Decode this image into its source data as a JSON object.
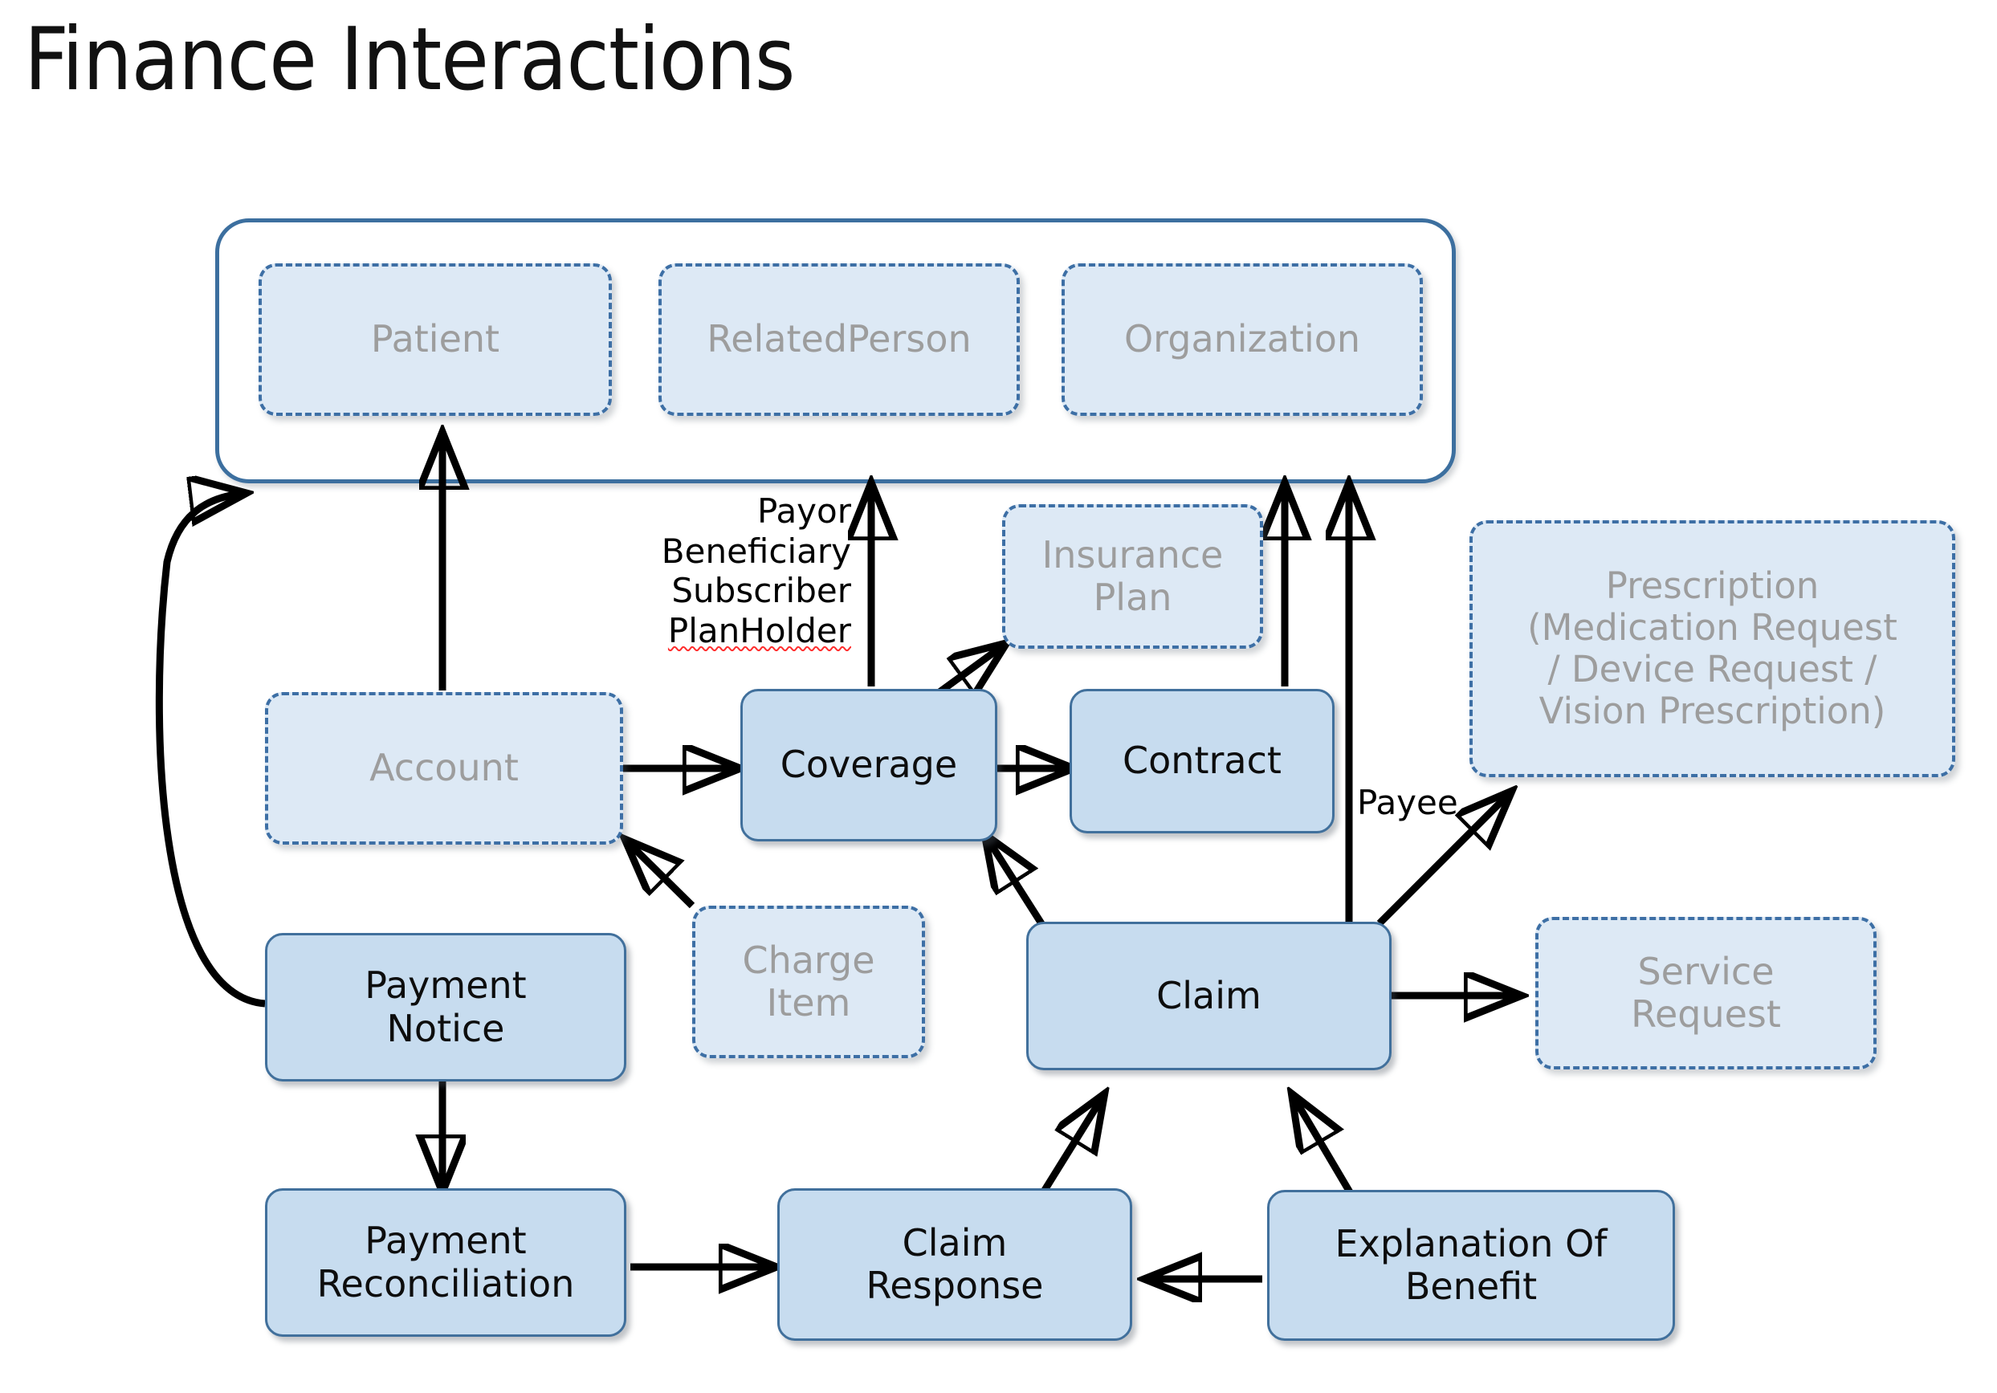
{
  "title": "Finance Interactions",
  "diagram": {
    "type": "node-link-diagram",
    "group": {
      "name": "actor-group",
      "members": [
        "Patient",
        "RelatedPerson",
        "Organization"
      ]
    },
    "nodes": [
      {
        "id": "patient",
        "label": "Patient",
        "style": "ghost"
      },
      {
        "id": "relatedperson",
        "label": "RelatedPerson",
        "style": "ghost"
      },
      {
        "id": "organization",
        "label": "Organization",
        "style": "ghost"
      },
      {
        "id": "insuranceplan",
        "label": "Insurance\nPlan",
        "line1": "Insurance",
        "line2": "Plan",
        "style": "ghost"
      },
      {
        "id": "prescription",
        "label": "Prescription (Medication Request / Device Request / Vision Prescription)",
        "line1": "Prescription",
        "line2": "(Medication Request",
        "line3": "/ Device Request /",
        "line4": "Vision Prescription)",
        "style": "ghost"
      },
      {
        "id": "account",
        "label": "Account",
        "style": "ghost"
      },
      {
        "id": "coverage",
        "label": "Coverage",
        "style": "solid"
      },
      {
        "id": "contract",
        "label": "Contract",
        "style": "solid"
      },
      {
        "id": "chargeitem",
        "label": "Charge Item",
        "line1": "Charge",
        "line2": "Item",
        "style": "ghost"
      },
      {
        "id": "claim",
        "label": "Claim",
        "style": "solid"
      },
      {
        "id": "servicerequest",
        "label": "Service Request",
        "line1": "Service",
        "line2": "Request",
        "style": "ghost"
      },
      {
        "id": "paymentnotice",
        "label": "Payment Notice",
        "line1": "Payment",
        "line2": "Notice",
        "style": "solid"
      },
      {
        "id": "paymentreconciliation",
        "label": "Payment Reconciliation",
        "line1": "Payment",
        "line2": "Reconciliation",
        "style": "solid"
      },
      {
        "id": "claimresponse",
        "label": "Claim Response",
        "line1": "Claim",
        "line2": "Response",
        "style": "solid"
      },
      {
        "id": "explanationofbenefit",
        "label": "Explanation Of Benefit",
        "line1": "Explanation Of",
        "line2": "Benefit",
        "style": "solid"
      }
    ],
    "edge_labels": {
      "coverage_roles": {
        "line1": "Payor",
        "line2": "Beneficiary",
        "line3": "Subscriber",
        "line4": "PlanHolder"
      },
      "payee": "Payee"
    },
    "edges": [
      {
        "from": "account",
        "to": "actor-group",
        "label": ""
      },
      {
        "from": "account",
        "to": "coverage",
        "label": ""
      },
      {
        "from": "coverage",
        "to": "actor-group",
        "label": "Payor Beneficiary Subscriber PlanHolder"
      },
      {
        "from": "coverage",
        "to": "insuranceplan",
        "label": ""
      },
      {
        "from": "coverage",
        "to": "contract",
        "label": ""
      },
      {
        "from": "contract",
        "to": "actor-group",
        "label": ""
      },
      {
        "from": "chargeitem",
        "to": "account",
        "label": ""
      },
      {
        "from": "claim",
        "to": "coverage",
        "label": ""
      },
      {
        "from": "claim",
        "to": "actor-group",
        "label": ""
      },
      {
        "from": "claim",
        "to": "prescription",
        "label": "Payee"
      },
      {
        "from": "claim",
        "to": "servicerequest",
        "label": ""
      },
      {
        "from": "paymentnotice",
        "to": "actor-group",
        "label": ""
      },
      {
        "from": "paymentnotice",
        "to": "paymentreconciliation",
        "label": ""
      },
      {
        "from": "paymentreconciliation",
        "to": "claimresponse",
        "label": ""
      },
      {
        "from": "explanationofbenefit",
        "to": "claimresponse",
        "label": ""
      },
      {
        "from": "explanationofbenefit",
        "to": "claim",
        "label": ""
      },
      {
        "from": "claimresponse",
        "to": "claim",
        "label": ""
      }
    ]
  },
  "colors": {
    "solid_fill": "#c7dcef",
    "solid_border": "#41709c",
    "ghost_fill": "#dde9f5",
    "ghost_border": "#3d6fa5",
    "ghost_text": "#9d9d9d",
    "group_border": "#3c6f9f",
    "arrow": "#000000",
    "title_text": "#111111",
    "spellcheck_underline": "#ff2d2d"
  }
}
